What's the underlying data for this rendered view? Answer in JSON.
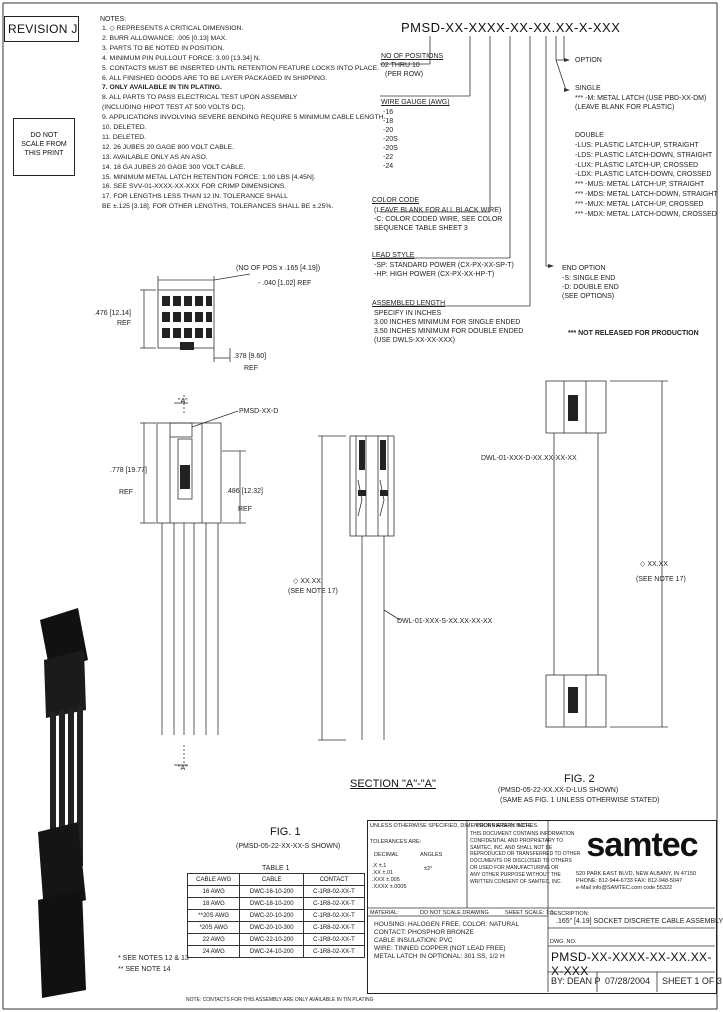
{
  "revision": "REVISION J",
  "do_not_scale": [
    "DO NOT",
    "SCALE FROM",
    "THIS PRINT"
  ],
  "notes_title": "NOTES:",
  "notes": [
    "1. ◇ REPRESENTS A CRITICAL DIMENSION.",
    "2. BURR ALLOWANCE: .005 [0.13] MAX.",
    "3. PARTS TO BE NOTED IN POSITION.",
    "4. MINIMUM PIN PULLOUT FORCE: 3.00 [13.34] N.",
    "5. CONTACTS MUST BE INSERTED UNTIL RETENTION FEATURE LOCKS INTO PLACE.",
    "6. ALL FINISHED GOODS ARE TO BE LAYER PACKAGED IN SHIPPING.",
    "7. ONLY AVAILABLE IN TIN PLATING.",
    "8. ALL PARTS TO PASS ELECTRICAL TEST UPON ASSEMBLY",
    "   (INCLUDING HIPOT TEST AT 500 VOLTS DC).",
    "9. APPLICATIONS INVOLVING SEVERE BENDING REQUIRE 5 MINIMUM CABLE LENGTH.",
    "10. DELETED.",
    "11. DELETED.",
    "12. 26 JUBES 20 GAGE 800 VOLT CABLE.",
    "13. AVAILABLE ONLY AS AN ASO.",
    "14. 18 GA JUBES 20 GAGE 300 VOLT CABLE.",
    "15. MINIMUM METAL LATCH RETENTION FORCE: 1.00 LBS [4.45N].",
    "16. SEE SVV-01-XXXX-XX-XXX FOR CRIMP DIMENSIONS.",
    "17. FOR LENGTHS LESS THAN 12 IN. TOLERANCE SHALL",
    "    BE ±.125 [3.18]. FOR OTHER LENGTHS, TOLERANCES SHALL BE ±.25%."
  ],
  "part_number_header": "PMSD-XX-XXXX-XX-XX.XX-X-XXX",
  "no_of_positions": {
    "label": "NO OF POSITIONS",
    "value": "02 THRU 10",
    "sub": "(PER ROW)"
  },
  "wire_gauge": {
    "label": "WIRE GAUGE (AWG)",
    "values": [
      "-16",
      "-18",
      "-20",
      "-20S",
      "-20S",
      "-22",
      "-24"
    ]
  },
  "color_code": {
    "label": "COLOR CODE",
    "lines": [
      "(LEAVE BLANK FOR ALL BLACK WIRE)",
      "-C: COLOR CODED WIRE, SEE COLOR",
      "SEQUENCE TABLE SHEET 3"
    ]
  },
  "lead_style": {
    "label": "LEAD STYLE",
    "lines": [
      "-SP: STANDARD POWER (CX-PX-XX-SP-T)",
      "-HP: HIGH POWER (CX-PX-XX-HP-T)"
    ]
  },
  "assembled_length": {
    "label": "ASSEMBLED LENGTH",
    "lines": [
      "SPECIFY IN INCHES",
      "3.00 INCHES MINIMUM FOR SINGLE ENDED",
      "3.50 INCHES MINIMUM FOR DOUBLE ENDED",
      "(USE DWLS-XX-XX-XXX)"
    ]
  },
  "option": {
    "label": "OPTION"
  },
  "single": {
    "label": "SINGLE",
    "lines": [
      "*** -M: METAL LATCH (USE PBD-XX-DM)",
      "(LEAVE BLANK FOR PLASTIC)"
    ]
  },
  "double": {
    "label": "DOUBLE",
    "lines": [
      "-LUS: PLASTIC LATCH-UP, STRAIGHT",
      "-LDS: PLASTIC LATCH-DOWN, STRAIGHT",
      "-LUX: PLASTIC LATCH-UP, CROSSED",
      "-LDX: PLASTIC LATCH-DOWN, CROSSED",
      "*** -MUS: METAL LATCH-UP, STRAIGHT",
      "*** -MDS: METAL LATCH-DOWN, STRAIGHT",
      "*** -MUX: METAL LATCH-UP, CROSSED",
      "*** -MDX: METAL LATCH-DOWN, CROSSED"
    ]
  },
  "end_option": {
    "label": "END OPTION",
    "lines": [
      "-S: SINGLE END",
      "-D: DOUBLE END",
      "(SEE OPTIONS)"
    ]
  },
  "not_released": "*** NOT RELEASED FOR PRODUCTION",
  "dims": {
    "pos_formula": "(NO OF POS x .165 [4.19])",
    "pos_formula2": "- .040 [1.02] REF",
    "dim_476": ".476 [12.14]",
    "ref": "REF",
    "dim_378": ".378 [9.60]",
    "dim_778": ".778 [19.77]",
    "dim_486": ".486 [12.32]",
    "a_label": "\"A\"",
    "pmsd_d": "PMSD-XX-D",
    "len_xxxx": "◇ XX.XX",
    "see_note": "(SEE NOTE 17)",
    "dwl_s": "DWL-01-XXX-S-XX.XX-XX-XX",
    "dwl_d": "DWL-01-XXX-D-XX.XX-XX-XX"
  },
  "section_label": "SECTION \"A\"-\"A\"",
  "fig1": {
    "label": "FIG. 1",
    "sub": "(PMSD-05-22-XX-XX-S SHOWN)"
  },
  "fig2": {
    "label": "FIG. 2",
    "sub": "(PMSD-05-22-XX.XX-D-LUS SHOWN)",
    "sub2": "(SAME AS FIG. 1 UNLESS OTHERWISE STATED)"
  },
  "table1": {
    "title": "TABLE 1",
    "headers": [
      "CABLE AWG",
      "CABLE",
      "CONTACT"
    ],
    "rows": [
      [
        "16 AWG",
        "DWC-16-10-200",
        "C-1R8-02-XX-T"
      ],
      [
        "18 AWG",
        "DWC-18-10-200",
        "C-1R8-02-XX-T"
      ],
      [
        "**20S AWG",
        "DWC-20-10-200",
        "C-1R8-02-XX-T"
      ],
      [
        "*20S AWG",
        "DWC-20-10-300",
        "C-1R8-02-XX-T"
      ],
      [
        "22 AWG",
        "DWC-22-10-200",
        "C-1R8-02-XX-T"
      ],
      [
        "24 AWG",
        "DWC-24-10-200",
        "C-1R8-02-XX-T"
      ]
    ],
    "footnotes": [
      "* SEE NOTES 12 & 13",
      "** SEE NOTE 14"
    ]
  },
  "bottom_note": "NOTE: CONTACTS FOR THIS ASSEMBLY ARE ONLY AVAILABLE IN TIN PLATING",
  "tolerance": {
    "header": "UNLESS OTHERWISE SPECIFIED, DIMENSIONS ARE IN INCHES.",
    "tol_label": "TOLERANCES ARE:",
    "decimal": "DECIMAL",
    "angles": "ANGLES",
    "lines": [
      ".X  ±.1",
      ".XX  ±.01",
      ".XXX ±.005",
      ".XXXX ±.0005"
    ],
    "angle_val": "±2°"
  },
  "proprietary": {
    "title": "PROPRIETARY NOTE",
    "lines": [
      "THIS DOCUMENT CONTAINS INFORMATION",
      "CONFIDENTIAL AND PROPRIETARY TO",
      "SAMTEC, INC. AND SHALL NOT BE",
      "REPRODUCED OR TRANSFERRED TO OTHER",
      "DOCUMENTS OR DISCLOSED TO OTHERS",
      "OR USED FOR MANUFACTURING OR",
      "ANY OTHER PURPOSE WITHOUT THE",
      "WRITTEN CONSENT OF SAMTEC, INC."
    ]
  },
  "material": {
    "label": "MATERIAL:",
    "do_not_scale": "DO NOT SCALE DRAWING",
    "sheet_scale": "SHEET SCALE: 1:1",
    "lines": [
      "HOUSING: HALOGEN FREE, COLOR: NATURAL",
      "CONTACT: PHOSPHOR BRONZE",
      "CABLE INSULATION: PVC",
      "WIRE: TINNED COPPER (NOT LEAD FREE)",
      "METAL LATCH IN OPTIONAL: 301 SS, 1/2 H"
    ]
  },
  "company": {
    "logo": "samtec",
    "addr": [
      "520 PARK EAST BLVD, NEW ALBANY, IN 47150",
      "PHONE: 812-944-6733   FAX: 812-948-5047",
      "e-Mail info@SAMTEC.com   code 55322"
    ]
  },
  "description": {
    "label": "DESCRIPTION:",
    "value": ".165\" [4.19] SOCKET DISCRETE CABLE ASSEMBLY"
  },
  "dwg_no": {
    "label": "DWG. NO.",
    "value": "PMSD-XX-XXXX-XX-XX.XX-X-XXX"
  },
  "by": {
    "label": "BY:",
    "value": "DEAN P"
  },
  "date": "07/28/2004",
  "sheet": "SHEET 1 OF 3"
}
